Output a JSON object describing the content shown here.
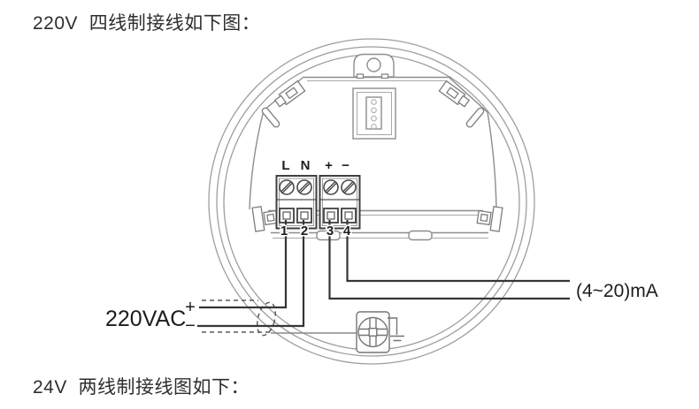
{
  "page": {
    "title_top": "220V  四线制接线如下图：",
    "title_bottom": "24V  两线制接线图如下："
  },
  "diagram": {
    "power": {
      "label": "220VAC",
      "plus": "+",
      "minus": "−"
    },
    "output": {
      "label": "(4~20)mA"
    },
    "terminal_labels": [
      "L",
      "N",
      "+",
      "−"
    ],
    "terminal_numbers": [
      "1",
      "2",
      "3",
      "4"
    ],
    "colors": {
      "housing_line": "#9e9e9e",
      "body_line": "#8d8d8d",
      "terminal_line": "#3f3f3f",
      "wire": "#353535",
      "text": "#1c1c1c",
      "background": "#ffffff"
    }
  }
}
